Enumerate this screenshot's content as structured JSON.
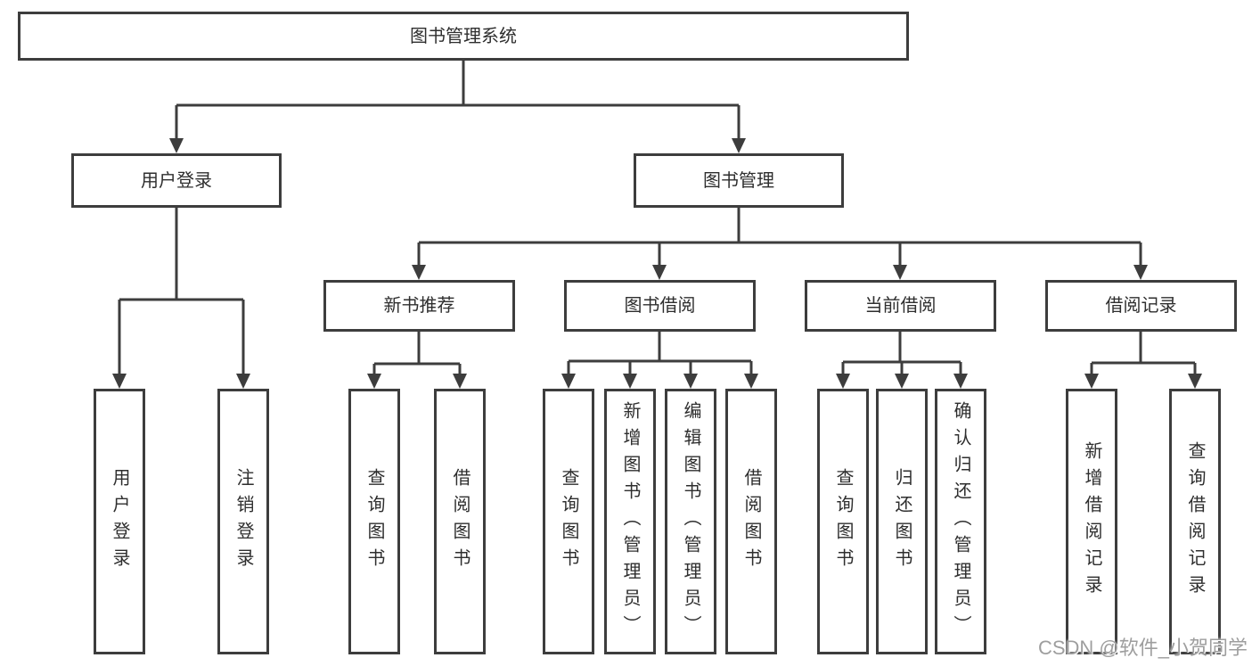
{
  "root": {
    "label": "图书管理系统"
  },
  "branches": [
    {
      "label": "用户登录",
      "leaves": [
        "用户登录",
        "注销登录"
      ]
    },
    {
      "label": "图书管理",
      "groups": [
        {
          "label": "新书推荐",
          "leaves": [
            "查询图书",
            "借阅图书"
          ]
        },
        {
          "label": "图书借阅",
          "leaves": [
            "查询图书",
            "新增图书（管理员）",
            "编辑图书（管理员）",
            "借阅图书"
          ]
        },
        {
          "label": "当前借阅",
          "leaves": [
            "查询图书",
            "归还图书",
            "确认归还（管理员）"
          ]
        },
        {
          "label": "借阅记录",
          "leaves": [
            "新增借阅记录",
            "查询借阅记录"
          ]
        }
      ]
    }
  ],
  "watermark": {
    "text": "CSDN @软件_小贺同学"
  },
  "colors": {
    "line": "#3d3d3d",
    "text": "#2e2e2e",
    "watermark": "#9e9e9e",
    "background": "#ffffff"
  }
}
